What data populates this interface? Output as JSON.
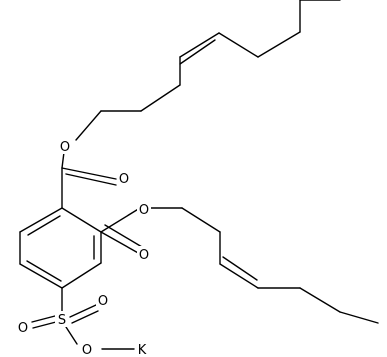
{
  "structure": {
    "atoms": {
      "o_ester_top": "O",
      "o_carbonyl_top": "O",
      "o_ester_mid": "O",
      "o_carbonyl_mid": "O",
      "s_sulfonyl": "S",
      "o_sulfonyl_right": "O",
      "o_sulfonyl_left": "O",
      "o_sulfonate": "O",
      "potassium": "K"
    }
  }
}
